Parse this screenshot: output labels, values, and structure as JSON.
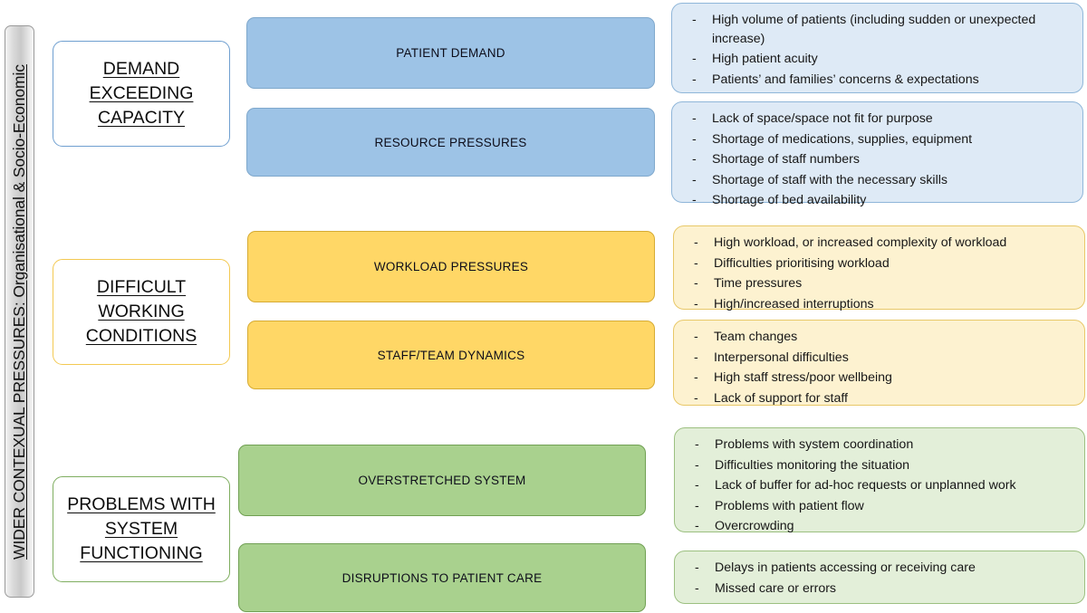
{
  "banner": {
    "label": "WIDER CONTEXUAL PRESSURES: Organisational & Socio-Economic"
  },
  "colors": {
    "blue_fill": "#9DC3E6",
    "blue_light": "#DEEAF6",
    "yellow_fill": "#FFD766",
    "yellow_light": "#FDF2D0",
    "green_fill": "#A9D18E",
    "green_light": "#E3EFD9",
    "banner_fill": "#D9D9D9"
  },
  "bullet_marker": "-",
  "categories": [
    {
      "id": "demand-exceeding-capacity",
      "label": "DEMAND EXCEEDING CAPACITY",
      "color": "blue"
    },
    {
      "id": "difficult-working-conditions",
      "label": "DIFFICULT WORKING CONDITIONS",
      "color": "yellow"
    },
    {
      "id": "problems-with-system-functioning",
      "label": "PROBLEMS WITH SYSTEM FUNCTIONING",
      "color": "green"
    }
  ],
  "themes": [
    {
      "id": "patient-demand",
      "label": "PATIENT DEMAND",
      "color": "blue",
      "details": [
        "High volume of patients (including sudden or unexpected increase)",
        "High patient acuity",
        "Patients’ and families’ concerns & expectations"
      ]
    },
    {
      "id": "resource-pressures",
      "label": "RESOURCE PRESSURES",
      "color": "blue",
      "details": [
        "Lack of space/space not fit for purpose",
        "Shortage of medications, supplies, equipment",
        "Shortage of staff numbers",
        "Shortage of staff with the necessary skills",
        "Shortage of bed availability"
      ]
    },
    {
      "id": "workload-pressures",
      "label": "WORKLOAD PRESSURES",
      "color": "yellow",
      "details": [
        "High workload, or increased complexity of workload",
        "Difficulties prioritising workload",
        "Time pressures",
        "High/increased interruptions"
      ]
    },
    {
      "id": "staff-team-dynamics",
      "label": "STAFF/TEAM DYNAMICS",
      "color": "yellow",
      "details": [
        "Team changes",
        "Interpersonal difficulties",
        "High staff stress/poor wellbeing",
        "Lack of support for staff"
      ]
    },
    {
      "id": "overstretched-system",
      "label": "OVERSTRETCHED SYSTEM",
      "color": "green",
      "details": [
        "Problems with system coordination",
        "Difficulties monitoring the situation",
        "Lack of buffer for ad-hoc requests or unplanned work",
        "Problems with patient flow",
        "Overcrowding"
      ]
    },
    {
      "id": "disruptions-to-patient-care",
      "label": "DISRUPTIONS TO PATIENT CARE",
      "color": "green",
      "details": [
        "Delays in patients accessing or receiving care",
        "Missed care or errors"
      ]
    }
  ]
}
